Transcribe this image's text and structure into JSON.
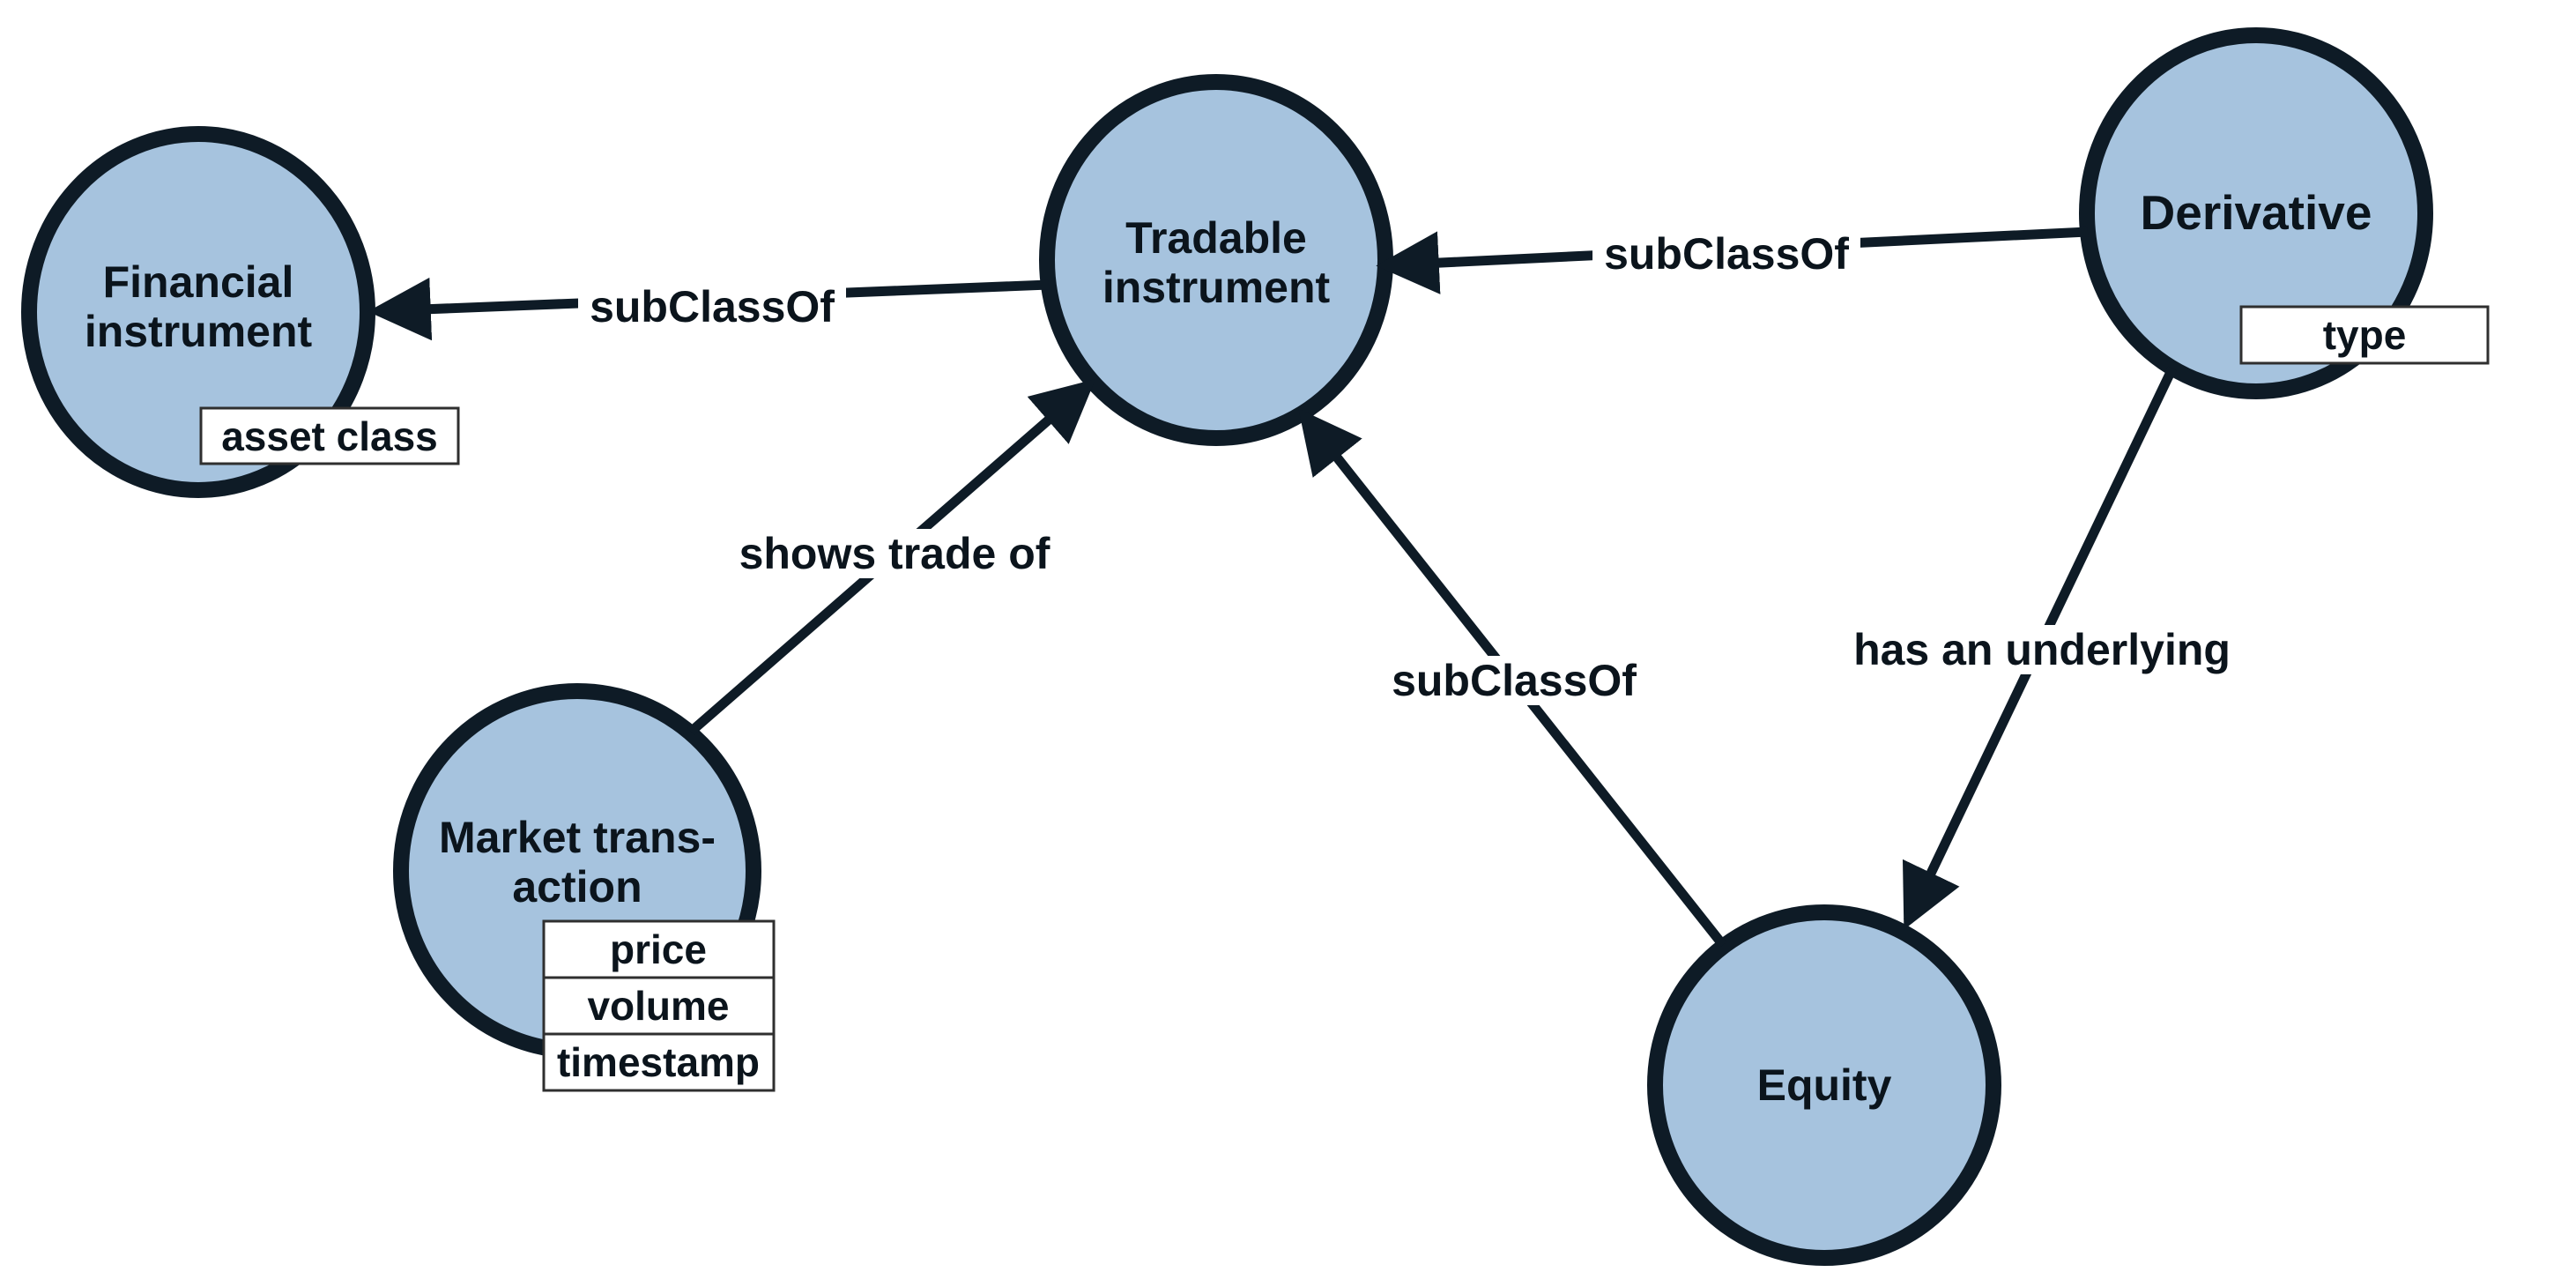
{
  "diagram": {
    "type": "ontology-graph",
    "background_color": "#ffffff",
    "node_fill_color": "#a6c3de",
    "node_stroke_color": "#0e1b26",
    "edge_color": "#0e1b26",
    "text_color": "#0b141c",
    "attribute_box_fill": "#ffffff",
    "attribute_box_border": "#2f2f2f"
  },
  "nodes": [
    {
      "id": "financial-instrument",
      "label": "Financial instrument",
      "label_lines": [
        "Financial",
        "instrument"
      ],
      "attributes": [
        "asset class"
      ]
    },
    {
      "id": "tradable-instrument",
      "label": "Tradable instrument",
      "label_lines": [
        "Tradable",
        "instrument"
      ],
      "attributes": []
    },
    {
      "id": "derivative",
      "label": "Derivative",
      "label_lines": [
        "Derivative"
      ],
      "attributes": [
        "type"
      ]
    },
    {
      "id": "market-transaction",
      "label": "Market transaction",
      "label_lines": [
        "Market trans-",
        "action"
      ],
      "attributes": [
        "price",
        "volume",
        "timestamp"
      ]
    },
    {
      "id": "equity",
      "label": "Equity",
      "label_lines": [
        "Equity"
      ],
      "attributes": []
    }
  ],
  "edges": [
    {
      "from": "tradable-instrument",
      "to": "financial-instrument",
      "label": "subClassOf"
    },
    {
      "from": "derivative",
      "to": "tradable-instrument",
      "label": "subClassOf"
    },
    {
      "from": "market-transaction",
      "to": "tradable-instrument",
      "label": "shows trade of"
    },
    {
      "from": "equity",
      "to": "tradable-instrument",
      "label": "subClassOf"
    },
    {
      "from": "derivative",
      "to": "equity",
      "label": "has an underlying"
    }
  ]
}
